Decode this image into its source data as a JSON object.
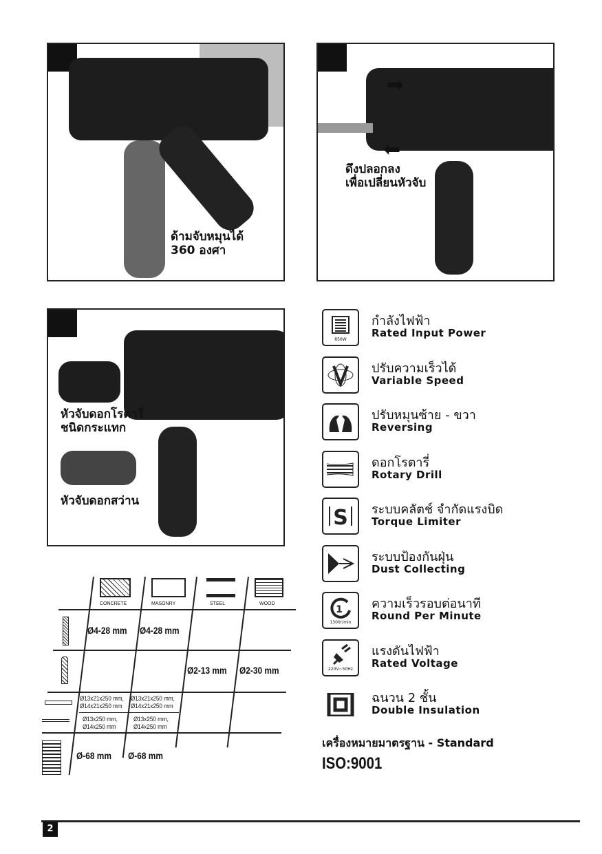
{
  "panels": [
    {
      "caption_line1": "ด้ามจับหมุนได้",
      "caption_line2": "360 องศา"
    },
    {
      "caption_line1": "ดึงปลอกลง",
      "caption_line2": "เพื่อเปลี่ยนหัวจับ"
    },
    {
      "caption_a_line1": "หัวจับดอกโรตารี่",
      "caption_a_line2": "ชนิดกระแทก",
      "caption_b": "หัวจับดอกสว่าน"
    }
  ],
  "features": [
    {
      "icon": "motor-icon",
      "icon_label": "850W",
      "th": "กำลังไฟฟ้า",
      "en": "Rated Input Power"
    },
    {
      "icon": "speed-icon",
      "icon_label": "",
      "th": "ปรับความเร็วได้",
      "en": "Variable Speed"
    },
    {
      "icon": "reverse-arrows-icon",
      "icon_label": "",
      "th": "ปรับหมุนซ้าย - ขวา",
      "en": "Reversing"
    },
    {
      "icon": "rotary-bit-icon",
      "icon_label": "",
      "th": "ดอกโรตารี่",
      "en": "Rotary Drill"
    },
    {
      "icon": "clutch-icon",
      "icon_label": "",
      "th": "ระบบคลัตช์ จำกัดแรงบิด",
      "en": "Torque Limiter"
    },
    {
      "icon": "dust-icon",
      "icon_label": "",
      "th": "ระบบป้องกันฝุ่น",
      "en": "Dust Collecting"
    },
    {
      "icon": "rpm-icon",
      "icon_label": "1300r/min",
      "th": "ความเร็วรอบต่อนาที",
      "en": "Round Per Minute"
    },
    {
      "icon": "plug-icon",
      "icon_label": "220V~50Hz",
      "th": "แรงดันไฟฟ้า",
      "en": "Rated Voltage"
    },
    {
      "icon": "double-insulation-icon",
      "icon_label": "",
      "th": "ฉนวน 2 ชั้น",
      "en": "Double Insulation"
    }
  ],
  "standard": {
    "label": "เครื่องหมายมาตรฐาน - Standard",
    "iso": "ISO:9001"
  },
  "table": {
    "materials": [
      "CONCRETE",
      "MASONRY",
      "STEEL",
      "WOOD"
    ],
    "row1": [
      "Ø4-28 mm",
      "Ø4-28 mm"
    ],
    "row2": [
      "Ø2-13 mm",
      "Ø2-30 mm"
    ],
    "row3a": [
      "Ø13x21x250 mm,",
      "Ø14x21x250 mm",
      "Ø13x21x250 mm,",
      "Ø14x21x250 mm"
    ],
    "row3b": [
      "Ø13x250 mm,",
      "Ø14x250 mm",
      "Ø13x250 mm,",
      "Ø14x250 mm"
    ],
    "row4": [
      "Ø-68 mm",
      "Ø-68 mm"
    ]
  },
  "page_number": "2"
}
